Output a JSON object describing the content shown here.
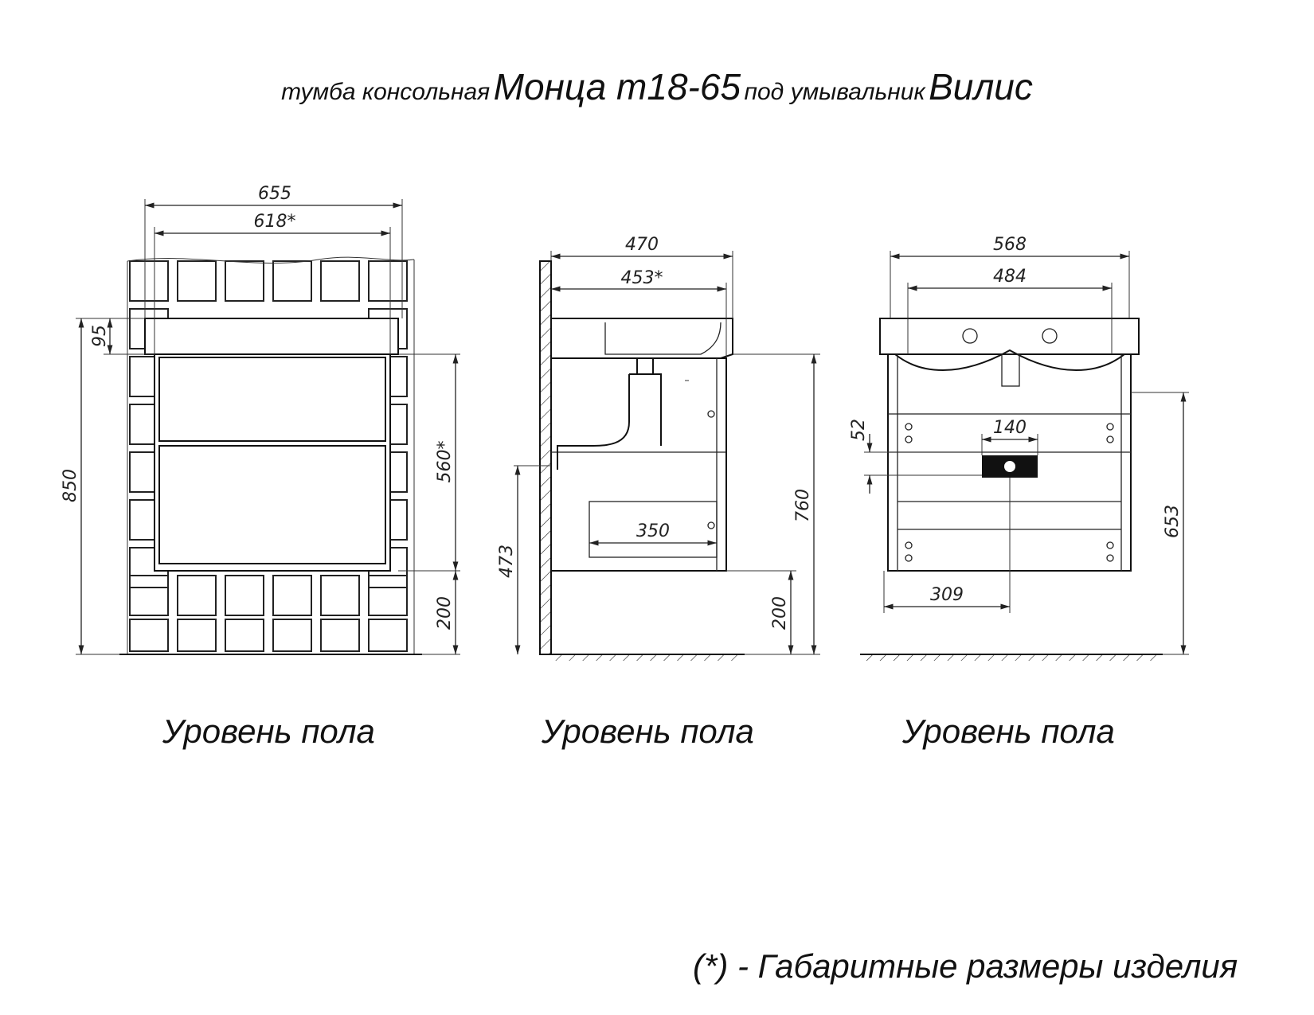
{
  "title": {
    "prefix": "тумба консольная",
    "model": "Монца т18-65",
    "middle": "под умывальник",
    "sink": "Вилис"
  },
  "views": [
    {
      "name": "front",
      "floor_label": "Уровень пола",
      "dims": {
        "overall_width": "655",
        "body_width": "618*",
        "top_height": "95",
        "total_height": "850",
        "body_height": "560*",
        "floor_gap": "200"
      }
    },
    {
      "name": "side",
      "floor_label": "Уровень пола",
      "dims": {
        "overall_depth": "470",
        "body_depth": "453*",
        "height": "760",
        "outlet_height": "473",
        "shelf_depth": "350",
        "floor_gap": "200"
      }
    },
    {
      "name": "back",
      "floor_label": "Уровень пола",
      "dims": {
        "overall_width": "568",
        "inner_width": "484",
        "plate_width": "140",
        "plate_height": "52",
        "plate_offset": "309",
        "mount_height": "653"
      }
    }
  ],
  "footnote": "(*) - Габаритные размеры изделия"
}
